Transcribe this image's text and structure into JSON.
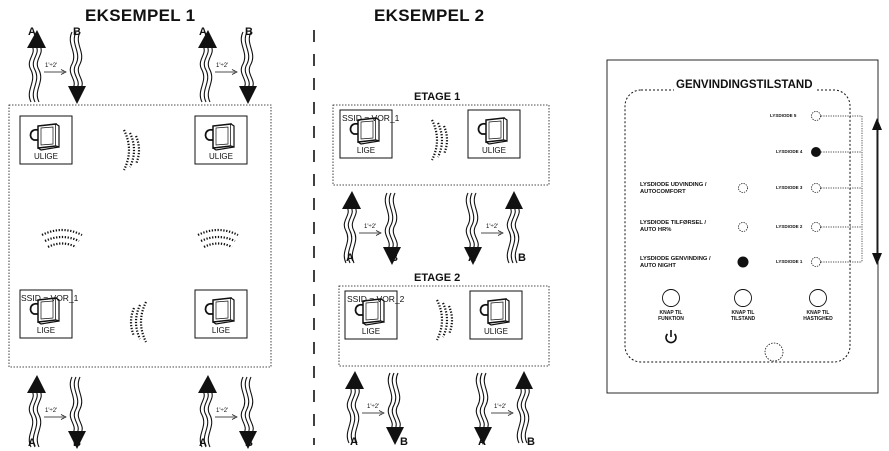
{
  "example1": {
    "title": "EKSEMPEL 1",
    "top_left": {
      "a": "A",
      "b": "B",
      "time": "1'÷2'"
    },
    "top_right": {
      "a": "A",
      "b": "B",
      "time": "1'÷2'"
    },
    "bottom_left": {
      "a": "A",
      "b": "B",
      "time": "1'÷2'"
    },
    "bottom_right": {
      "a": "A",
      "b": "B",
      "time": "1'÷2'"
    },
    "devices": {
      "top_left": {
        "label": "ULIGE"
      },
      "top_right": {
        "label": "ULIGE"
      },
      "bottom_left": {
        "ssid": "SSID = VOR_1",
        "label": "LIGE"
      },
      "bottom_right": {
        "label": "LIGE"
      }
    }
  },
  "example2": {
    "title": "EKSEMPEL 2",
    "etage1": {
      "title": "ETAGE 1",
      "left": {
        "ssid": "SSID = VOR_1",
        "label": "LIGE"
      },
      "right": {
        "label": "ULIGE"
      },
      "flow_left": {
        "a": "A",
        "b": "B",
        "time": "1'÷2'"
      },
      "flow_right": {
        "a": "A",
        "b": "B",
        "time": "1'÷2'"
      }
    },
    "etage2": {
      "title": "ETAGE 2",
      "left": {
        "ssid": "SSID = VOR_2",
        "label": "LIGE"
      },
      "right": {
        "label": "ULIGE"
      },
      "flow_left": {
        "a": "A",
        "b": "B",
        "time": "1'÷2'"
      },
      "flow_right": {
        "a": "A",
        "b": "B",
        "time": "1'÷2'"
      }
    }
  },
  "panel": {
    "title": "GENVINDINGSTILSTAND",
    "leds_right": [
      "LYSDIODE 5",
      "LYSDIODE 4",
      "LYSDIODE 3",
      "LYSDIODE 2",
      "LYSDIODE 1"
    ],
    "leds_left": [
      {
        "line1": "LYSDIODE UDVINDING /",
        "line2": "AUTOCOMFORT"
      },
      {
        "line1": "LYSDIODE TILFØRSEL /",
        "line2": "AUTO HR%"
      },
      {
        "line1": "LYSDIODE GENVINDING /",
        "line2": "AUTO NIGHT"
      }
    ],
    "buttons": [
      {
        "line1": "KNAP TIL",
        "line2": "FUNKTION"
      },
      {
        "line1": "KNAP TIL",
        "line2": "TILSTAND"
      },
      {
        "line1": "KNAP TIL",
        "line2": "HASTIGHED"
      }
    ],
    "power_icon": "power-icon"
  }
}
